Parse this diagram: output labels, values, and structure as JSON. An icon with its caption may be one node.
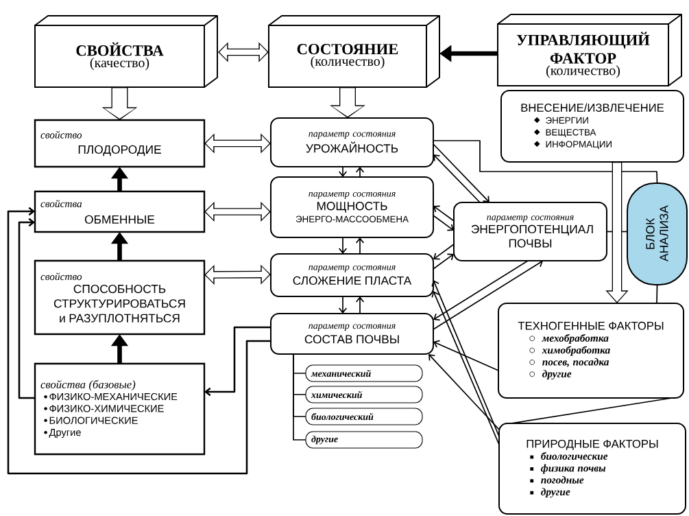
{
  "diagram": {
    "nodes": [
      {
        "text": [
          "СВОЙСТВА",
          "(качество)"
        ]
      },
      {
        "text": [
          "СОСТОЯНИЕ",
          "(количество)"
        ]
      },
      {
        "text": [
          "УПРАВЛЯЮЩИЙ ФАКТОР",
          "(количество)"
        ]
      },
      {
        "text": [
          "ВНЕСЕНИЕ/ИЗВЛЕЧЕНИЕ",
          "ЭНЕРГИИ",
          "ВЕЩЕСТВА",
          "ИНФОРМАЦИИ"
        ]
      },
      {
        "text": [
          "свойство",
          "ПЛОДОРОДИЕ"
        ]
      },
      {
        "text": [
          "параметр состояния",
          "УРОЖАЙНОСТЬ"
        ]
      },
      {
        "text": [
          "свойства",
          "ОБМЕННЫЕ"
        ]
      },
      {
        "text": [
          "параметр состояния",
          "МОЩНОСТЬ",
          "ЭНЕРГО-МАССООБМЕНА"
        ]
      },
      {
        "text": [
          "параметр состояния",
          "ЭНЕРГОПОТЕНЦИАЛ ПОЧВЫ"
        ]
      },
      {
        "text": [
          "БЛОК АНАЛИЗА"
        ]
      },
      {
        "text": [
          "свойство",
          "СПОСОБНОСТЬ СТРУКТУРИРОВАТЬСЯ и РАЗУПЛОТНЯТЬСЯ"
        ]
      },
      {
        "text": [
          "параметр состояния",
          "СЛОЖЕНИЕ ПЛАСТА"
        ]
      },
      {
        "text": [
          "параметр состояния",
          "СОСТАВ ПОЧВЫ"
        ]
      },
      {
        "text": [
          "ТЕХНОГЕННЫЕ ФАКТОРЫ",
          "мехобработка",
          "химобработка",
          "посев, посадка",
          "другие"
        ]
      },
      {
        "text": [
          "свойства (базовые)",
          "ФИЗИКО-МЕХАНИЧЕСКИЕ",
          "ФИЗИКО-ХИМИЧЕСКИЕ",
          "БИОЛОГИЧЕСКИЕ",
          "Другие"
        ]
      },
      {
        "text": [
          "механический"
        ]
      },
      {
        "text": [
          "химический"
        ]
      },
      {
        "text": [
          "биологический"
        ]
      },
      {
        "text": [
          "другие"
        ]
      },
      {
        "text": [
          "ПРИРОДНЫЕ ФАКТОРЫ",
          "биологические",
          "физика почвы",
          "погодные",
          "другие"
        ]
      }
    ],
    "edges": [
      {
        "from": 0,
        "to": 1,
        "arrow": "both",
        "style": "thick",
        "color": "#ffffff"
      },
      {
        "from": 2,
        "to": 1,
        "arrow": "to",
        "style": "thick"
      },
      {
        "from": 0,
        "to": 4,
        "arrow": "to",
        "style": "thick"
      },
      {
        "from": 1,
        "to": 5,
        "arrow": "to",
        "style": "thick"
      },
      {
        "from": 4,
        "to": 5,
        "arrow": "both",
        "style": "thick",
        "color": "#ffffff"
      },
      {
        "from": 6,
        "to": 4,
        "arrow": "to",
        "style": "thick"
      },
      {
        "from": 6,
        "to": 7,
        "arrow": "both",
        "style": "thick",
        "color": "#ffffff"
      },
      {
        "from": 10,
        "to": 6,
        "arrow": "to",
        "style": "thick"
      },
      {
        "from": 10,
        "to": 11,
        "arrow": "both",
        "style": "thick",
        "color": "#ffffff"
      },
      {
        "from": 14,
        "to": 10,
        "arrow": "to",
        "style": "thick"
      },
      {
        "from": 5,
        "to": 7,
        "arrow": "to"
      },
      {
        "from": 7,
        "to": 5,
        "arrow": "to"
      },
      {
        "from": 7,
        "to": 11,
        "arrow": "to"
      },
      {
        "from": 11,
        "to": 7,
        "arrow": "to"
      },
      {
        "from": 11,
        "to": 12,
        "arrow": "to"
      },
      {
        "from": 12,
        "to": 11,
        "arrow": "to"
      },
      {
        "from": 8,
        "to": 5,
        "arrow": "to"
      },
      {
        "from": 5,
        "to": 8,
        "arrow": "to"
      },
      {
        "from": 8,
        "to": 7,
        "arrow": "to"
      },
      {
        "from": 7,
        "to": 8,
        "arrow": "to"
      },
      {
        "from": 8,
        "to": 11,
        "arrow": "to"
      },
      {
        "from": 11,
        "to": 8,
        "arrow": "to"
      },
      {
        "from": 8,
        "to": 12,
        "arrow": "to"
      },
      {
        "from": 12,
        "to": 8,
        "arrow": "to"
      },
      {
        "from": 13,
        "to": 12,
        "arrow": "to"
      },
      {
        "from": 19,
        "to": 12,
        "arrow": "to"
      },
      {
        "from": 19,
        "to": 11,
        "arrow": "to"
      },
      {
        "from": 19,
        "to": 11,
        "arrow": "to"
      },
      {
        "from": 12,
        "to": 14,
        "arrow": "to"
      },
      {
        "from": 12,
        "to": 6,
        "arrow": "to"
      },
      {
        "from": 14,
        "to": 6,
        "arrow": "to"
      },
      {
        "from": 12,
        "to": 15,
        "arrow": "none"
      },
      {
        "from": 12,
        "to": 16,
        "arrow": "none"
      },
      {
        "from": 12,
        "to": 17,
        "arrow": "none"
      },
      {
        "from": 12,
        "to": 18,
        "arrow": "none"
      },
      {
        "from": 5,
        "to": 9,
        "arrow": "none"
      },
      {
        "from": 8,
        "to": 9,
        "arrow": "none"
      },
      {
        "from": 9,
        "to": 13,
        "arrow": "none"
      },
      {
        "from": 13,
        "to": 19,
        "arrow": "none"
      },
      {
        "from": 3,
        "to": 13,
        "arrow": "to",
        "style": "thick"
      }
    ]
  }
}
